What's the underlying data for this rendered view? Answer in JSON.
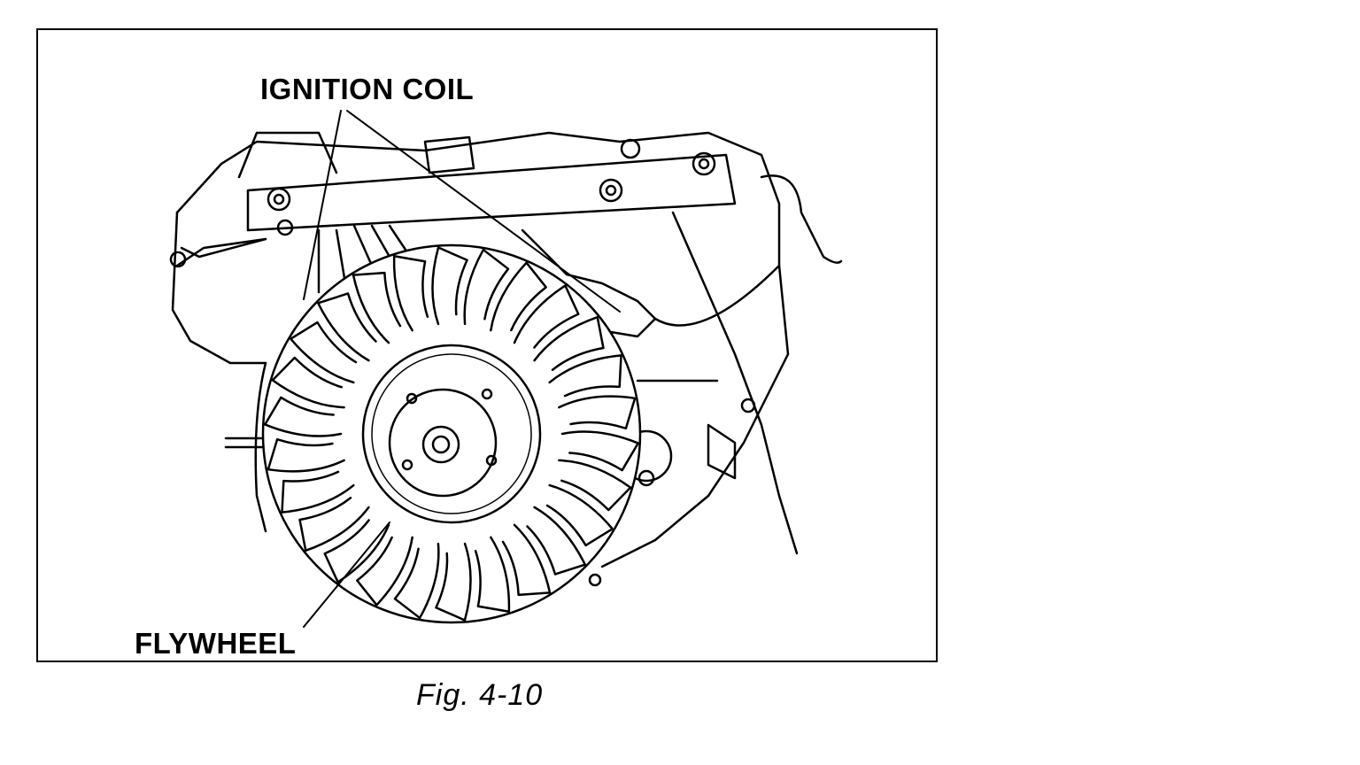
{
  "figure": {
    "labels": {
      "ignition_coil": "IGNITION COIL",
      "flywheel": "FLYWHEEL"
    },
    "caption": "Fig. 4-10",
    "flywheel_fin_count": 26
  }
}
